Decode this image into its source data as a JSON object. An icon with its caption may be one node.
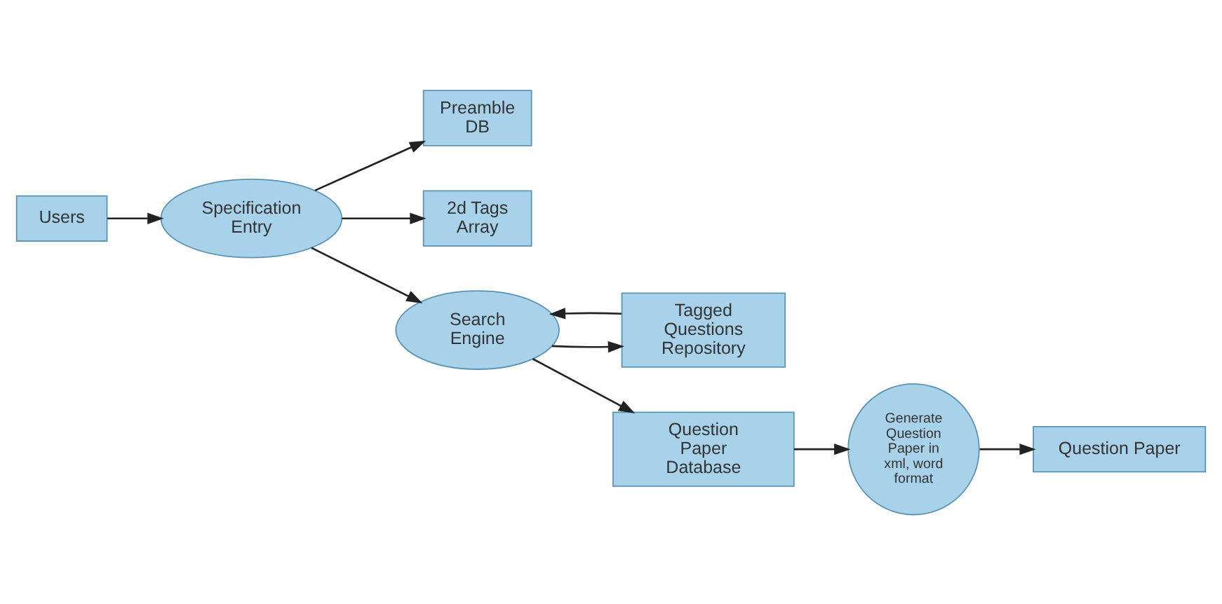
{
  "diagram": {
    "nodes": [
      {
        "text": [
          "Users"
        ]
      },
      {
        "text": [
          "Specification Entry"
        ]
      },
      {
        "text": [
          "Preamble DB"
        ]
      },
      {
        "text": [
          "2d Tags Array"
        ]
      },
      {
        "text": [
          "Tagged Questions Repository"
        ]
      },
      {
        "text": [
          "Search Engine"
        ]
      },
      {
        "text": [
          "Question Paper"
        ]
      },
      {
        "text": [
          "Question Paper Database"
        ]
      },
      {
        "text": [
          "Generate Question Paper in xml, word format"
        ]
      }
    ],
    "edges": [
      {
        "from": 0,
        "to": 1,
        "arrow": "to"
      },
      {
        "from": 1,
        "to": 2,
        "arrow": "to"
      },
      {
        "from": 1,
        "to": 3,
        "arrow": "to"
      },
      {
        "from": 1,
        "to": 5,
        "arrow": "to"
      },
      {
        "from": 4,
        "to": 5,
        "arrow": "to"
      },
      {
        "from": 5,
        "to": 4,
        "arrow": "to"
      },
      {
        "from": 5,
        "to": 7,
        "arrow": "to"
      },
      {
        "from": 7,
        "to": 8,
        "arrow": "to"
      },
      {
        "from": 8,
        "to": 6,
        "arrow": "to"
      }
    ]
  }
}
